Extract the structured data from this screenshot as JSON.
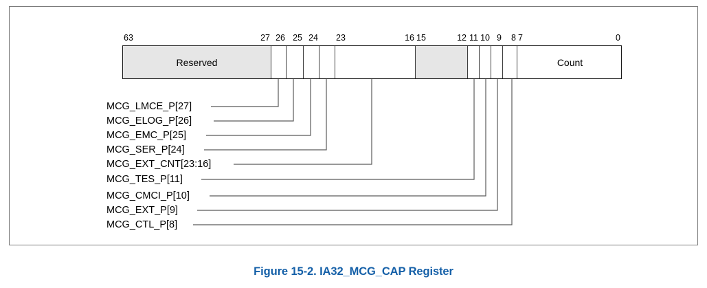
{
  "figure": {
    "caption": "Figure 15-2.  IA32_MCG_CAP Register",
    "caption_color": "#1560a8",
    "frame_border_color": "#7a7a7a"
  },
  "register": {
    "name": "IA32_MCG_CAP",
    "width_bits": 64,
    "shaded_color": "#e6e6e6",
    "border_color": "#1a1a1a",
    "fields": [
      {
        "label": "Reserved",
        "msb": 63,
        "lsb": 28,
        "shaded": true
      },
      {
        "label": "",
        "msb": 27,
        "lsb": 27,
        "shaded": false
      },
      {
        "label": "",
        "msb": 26,
        "lsb": 26,
        "shaded": false
      },
      {
        "label": "",
        "msb": 25,
        "lsb": 25,
        "shaded": false
      },
      {
        "label": "",
        "msb": 24,
        "lsb": 24,
        "shaded": false
      },
      {
        "label": "",
        "msb": 23,
        "lsb": 16,
        "shaded": false
      },
      {
        "label": "",
        "msb": 15,
        "lsb": 12,
        "shaded": true
      },
      {
        "label": "",
        "msb": 11,
        "lsb": 11,
        "shaded": false
      },
      {
        "label": "",
        "msb": 10,
        "lsb": 10,
        "shaded": false
      },
      {
        "label": "",
        "msb": 9,
        "lsb": 9,
        "shaded": false
      },
      {
        "label": "",
        "msb": 8,
        "lsb": 8,
        "shaded": false
      },
      {
        "label": "Count",
        "msb": 7,
        "lsb": 0,
        "shaded": false
      }
    ],
    "bit_numbers": [
      "63",
      "27",
      "26",
      "25",
      "24",
      "23",
      "16",
      "15",
      "12",
      "11",
      "10",
      "9",
      "8",
      "7",
      "0"
    ]
  },
  "callouts": [
    {
      "label": "MCG_LMCE_P[27]"
    },
    {
      "label": "MCG_ELOG_P[26]"
    },
    {
      "label": "MCG_EMC_P[25]"
    },
    {
      "label": "MCG_SER_P[24]"
    },
    {
      "label": "MCG_EXT_CNT[23:16]"
    },
    {
      "label": "MCG_TES_P[11]"
    },
    {
      "label": "MCG_CMCI_P[10]"
    },
    {
      "label": "MCG_EXT_P[9]"
    },
    {
      "label": "MCG_CTL_P[8]"
    }
  ]
}
